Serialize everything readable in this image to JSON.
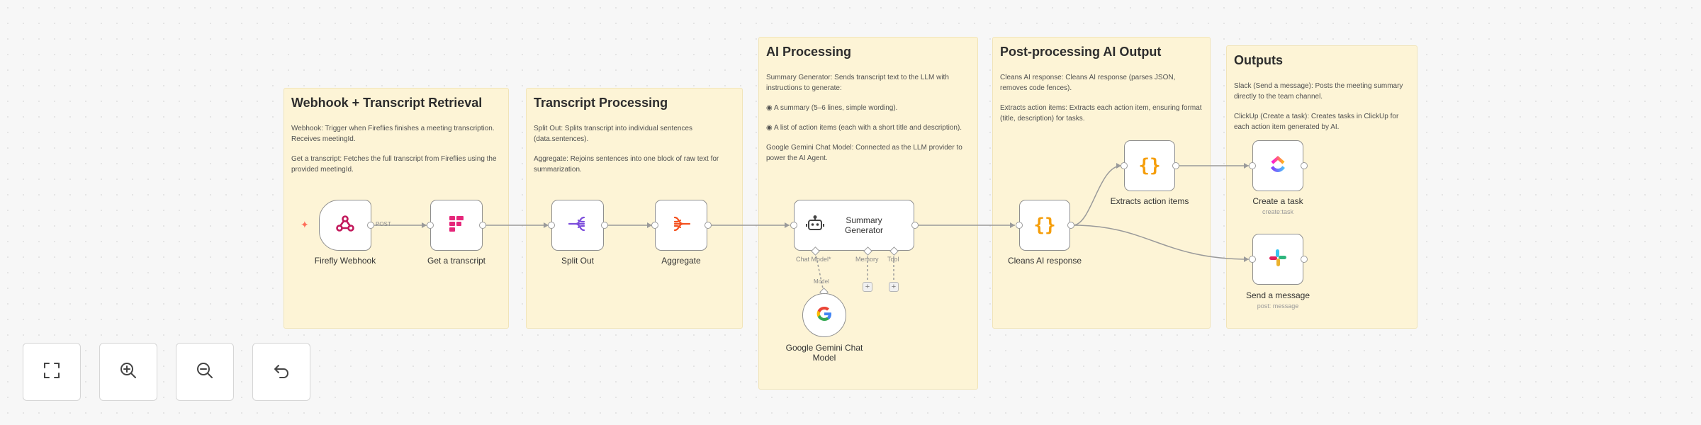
{
  "colors": {
    "sticky_bg": "#fdf4d6",
    "trigger_accent": "#ff6d5a",
    "code_icon": "#f59e0b",
    "edge": "#9a9a9a"
  },
  "sections": [
    {
      "title": "Webhook + Transcript Retrieval",
      "paragraphs": [
        "Webhook: Trigger when Fireflies finishes a meeting transcription. Receives meetingId.",
        "Get a transcript: Fetches the full transcript from Fireflies using the provided meetingId."
      ]
    },
    {
      "title": "Transcript Processing",
      "paragraphs": [
        "Split Out: Splits transcript into individual sentences (data.sentences).",
        "Aggregate: Rejoins sentences into one block of raw text for summarization."
      ]
    },
    {
      "title": "AI Processing",
      "paragraphs": [
        "Summary Generator: Sends transcript text to the LLM with instructions to generate:",
        "◉ A summary (5–6 lines, simple wording).",
        "◉ A list of action items (each with a short title and description).",
        "Google Gemini Chat Model: Connected as the LLM provider to power the AI Agent."
      ]
    },
    {
      "title": "Post-processing AI Output",
      "paragraphs": [
        "Cleans AI response: Cleans AI response (parses JSON, removes code fences).",
        "Extracts action items: Extracts each action item, ensuring format (title, description) for tasks."
      ]
    },
    {
      "title": "Outputs",
      "paragraphs": [
        "Slack (Send a message): Posts the meeting summary directly to the team channel.",
        "ClickUp (Create a task): Creates tasks in ClickUp for each action item generated by AI."
      ]
    }
  ],
  "nodes": {
    "webhook": {
      "label": "Firefly Webhook",
      "icon": "webhook-icon"
    },
    "get_transcript": {
      "label": "Get a transcript",
      "icon": "fireflies-icon"
    },
    "split_out": {
      "label": "Split Out",
      "icon": "split-out-icon"
    },
    "aggregate": {
      "label": "Aggregate",
      "icon": "aggregate-icon"
    },
    "summary": {
      "label": "Summary Generator",
      "icon": "robot-icon"
    },
    "gemini": {
      "label": "Google Gemini Chat Model",
      "icon": "google-icon"
    },
    "cleans": {
      "label": "Cleans AI response",
      "icon": "code-braces-icon"
    },
    "extracts": {
      "label": "Extracts action items",
      "icon": "code-braces-icon"
    },
    "clickup": {
      "label": "Create a task",
      "sublabel": "create:task",
      "icon": "clickup-icon"
    },
    "slack": {
      "label": "Send a message",
      "sublabel": "post: message",
      "icon": "slack-icon"
    }
  },
  "edge_labels": {
    "post": "POST"
  },
  "agent_ports": {
    "chat_model": "Chat Model*",
    "memory": "Memory",
    "tool": "Tool",
    "model": "Model",
    "plus": "+"
  },
  "controls": [
    {
      "name": "fit-view",
      "icon": "fullscreen-icon"
    },
    {
      "name": "zoom-in",
      "icon": "zoom-in-icon"
    },
    {
      "name": "zoom-out",
      "icon": "zoom-out-icon"
    },
    {
      "name": "reset",
      "icon": "undo-icon"
    }
  ]
}
